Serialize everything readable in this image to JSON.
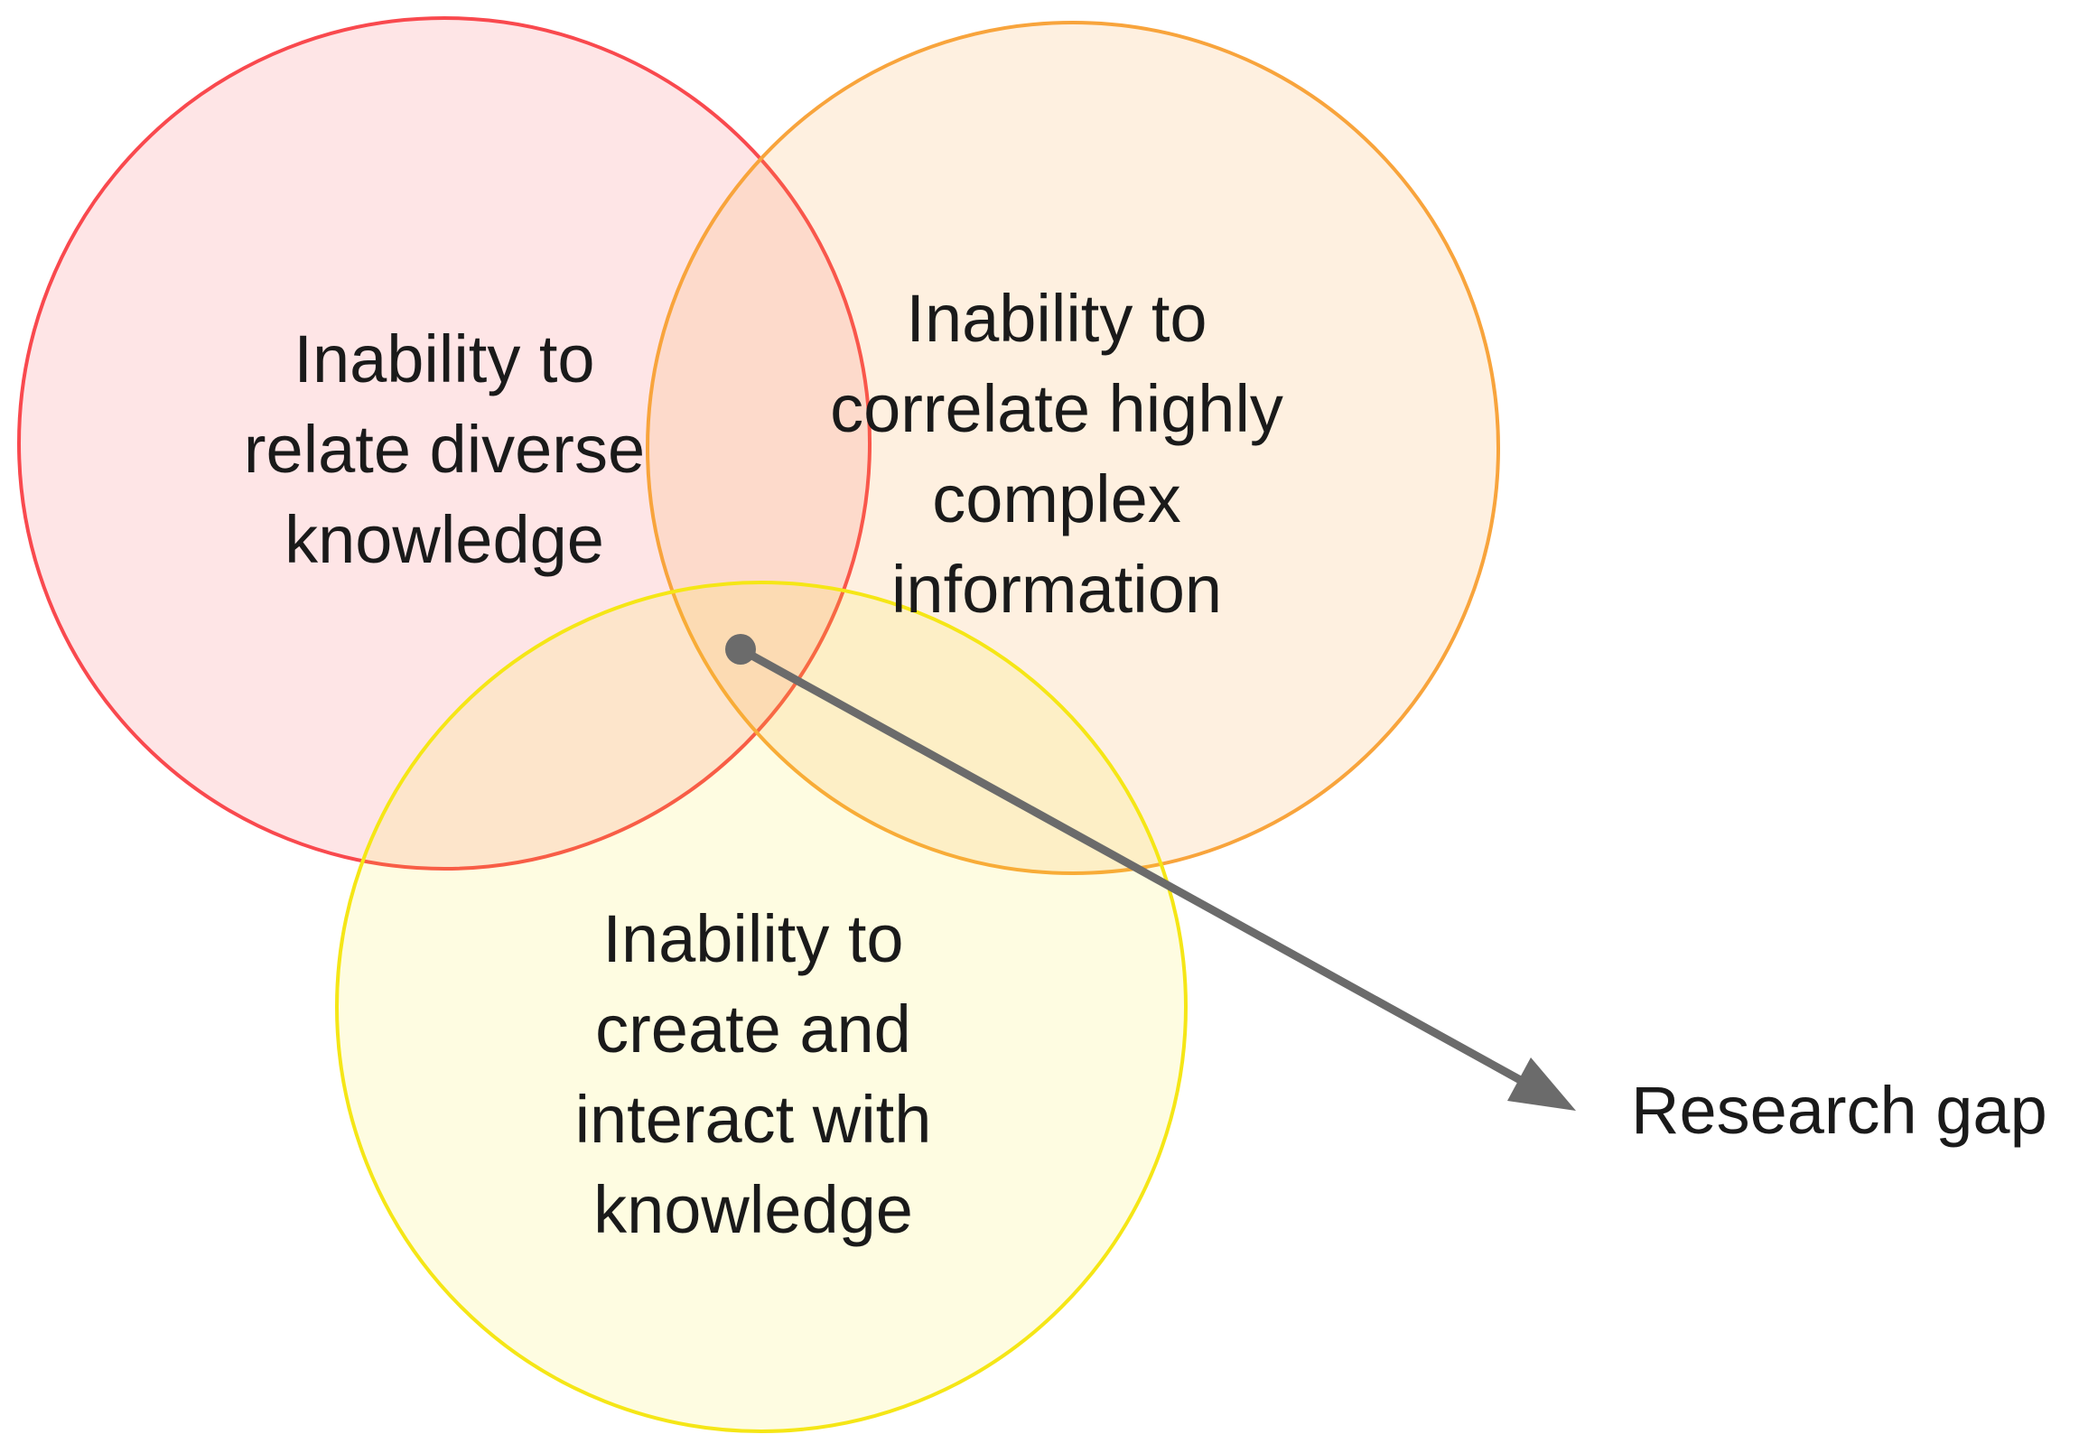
{
  "figure": {
    "type": "venn-diagram",
    "background": "#ffffff",
    "text_color": "#1a1a1a",
    "circles": {
      "red": {
        "label": "Inability to\nrelate diverse\nknowledge",
        "stroke": "#f9494e",
        "fill": "rgba(249,73,80,0.14)"
      },
      "orange": {
        "label": "Inability to\ncorrelate highly\ncomplex\ninformation",
        "stroke": "#f8a43c",
        "fill": "rgba(247,163,60,0.16)"
      },
      "yellow": {
        "label": "Inability to\ncreate and\ninteract with\nknowledge",
        "stroke": "#f5e616",
        "fill": "rgba(250,230,20,0.13)"
      }
    },
    "annotation": {
      "label": "Research gap",
      "arrow_color": "#6b6b6b"
    }
  }
}
